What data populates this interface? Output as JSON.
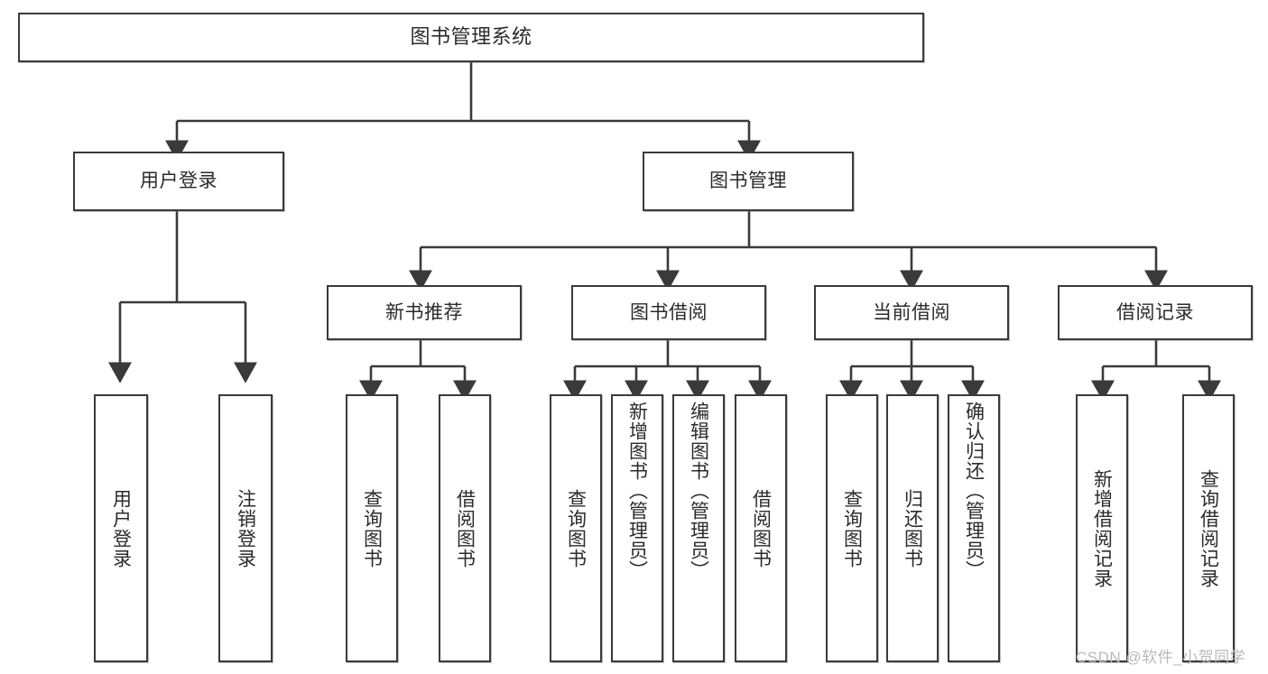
{
  "diagram": {
    "title": "图书管理系统",
    "type": "tree-hierarchy",
    "style": {
      "box_border": "#3a3a3a",
      "box_fill": "#ffffff",
      "text": "#2b2b2b",
      "edge": "#3a3a3a",
      "watermark": "#b9b9b9"
    },
    "levels": {
      "root": "图书管理系统",
      "level2": [
        "用户登录",
        "图书管理"
      ],
      "level3": [
        "新书推荐",
        "图书借阅",
        "当前借阅",
        "借阅记录"
      ]
    }
  },
  "nodes": {
    "root": {
      "label": "图书管理系统"
    },
    "user_login": {
      "label": "用户登录"
    },
    "book_manage": {
      "label": "图书管理"
    },
    "new_book_rec": {
      "label": "新书推荐"
    },
    "book_borrow": {
      "label": "图书借阅"
    },
    "current_borrow": {
      "label": "当前借阅"
    },
    "borrow_record": {
      "label": "借阅记录"
    },
    "leaf_user_login": {
      "label": "用户登录"
    },
    "leaf_logout": {
      "label": "注销登录"
    },
    "leaf_query_book_1": {
      "label": "查询图书"
    },
    "leaf_borrow_book_1": {
      "label": "借阅图书"
    },
    "leaf_query_book_2": {
      "label": "查询图书"
    },
    "leaf_add_book": {
      "label": "新增图书（管理员）"
    },
    "leaf_edit_book": {
      "label": "编辑图书（管理员）"
    },
    "leaf_borrow_book_2": {
      "label": "借阅图书"
    },
    "leaf_query_book_3": {
      "label": "查询图书"
    },
    "leaf_return_book": {
      "label": "归还图书"
    },
    "leaf_confirm_return": {
      "label": "确认归还（管理员）"
    },
    "leaf_add_record": {
      "label": "新增借阅记录"
    },
    "leaf_query_record": {
      "label": "查询借阅记录"
    }
  },
  "watermark": {
    "text": "CSDN @软件_小贺同学"
  }
}
